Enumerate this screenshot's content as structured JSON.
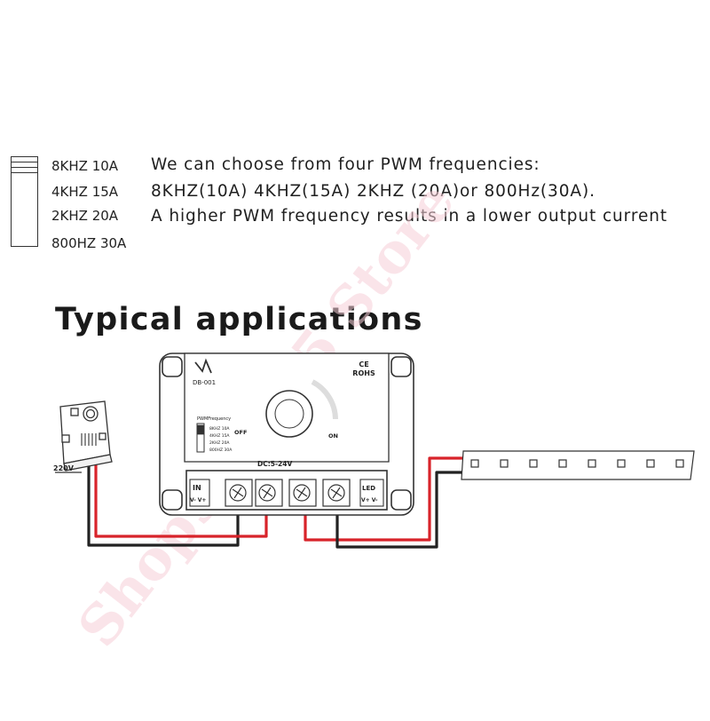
{
  "frequency_options": [
    "8KHZ 10A",
    "4KHZ 15A",
    "2KHZ 20A",
    "800HZ 30A"
  ],
  "description": [
    "We can choose from four PWM frequencies:",
    "8KHZ(10A) 4KHZ(15A) 2KHZ (20A)or 800Hz(30A).",
    "A higher PWM frequency results in a lower output current"
  ],
  "heading": "Typical applications",
  "dimmer": {
    "model": "DB-001",
    "cert_line1": "CE",
    "cert_line2": "ROHS",
    "pwm_title": "PWMFrequency",
    "pwm_options": [
      "8KHZ 10A",
      "4KHZ 15A",
      "2KHZ 20A",
      "800HZ 30A"
    ],
    "off_label": "OFF",
    "on_label": "ON",
    "voltage": "DC:5-24V",
    "in_label": "IN",
    "in_terminals": "V- V+",
    "led_label": "LED",
    "led_terminals": "V+ V-"
  },
  "power_supply": {
    "input_label": "220V"
  },
  "watermark": "Shop900105 Store",
  "colors": {
    "wire_red": "#d8232a",
    "wire_black": "#222222"
  }
}
